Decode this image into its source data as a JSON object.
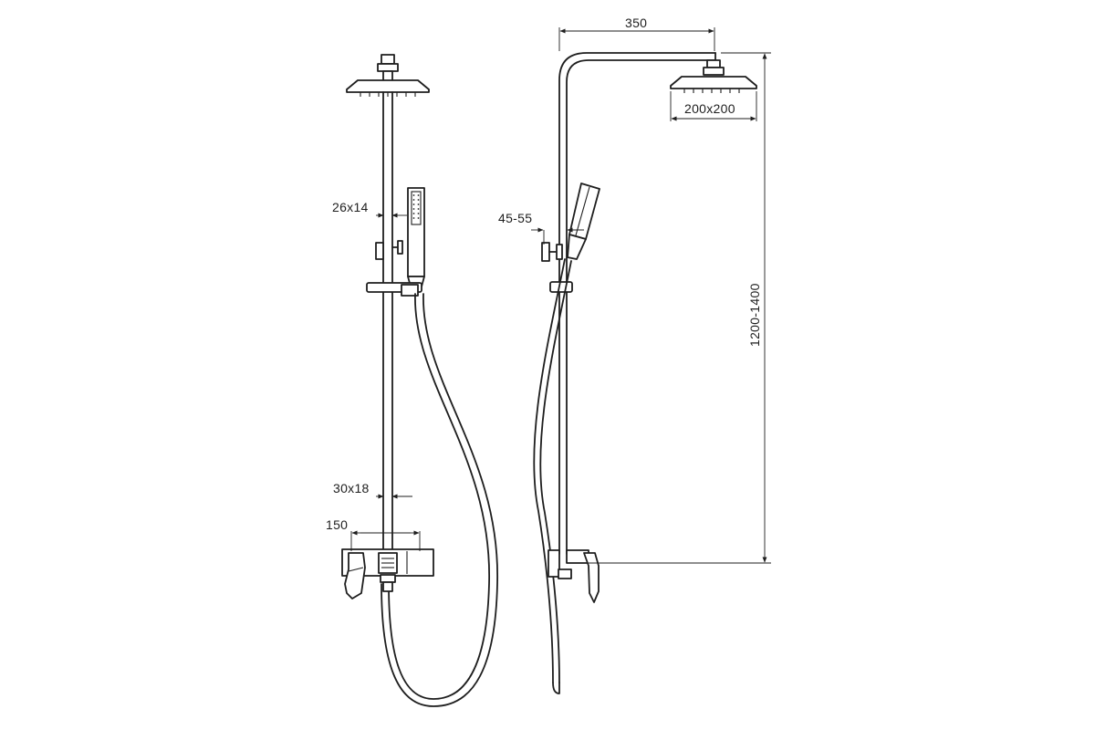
{
  "dimensions": {
    "rail_section": "26x14",
    "mixer_pipe_section": "30x18",
    "mixer_width": "150",
    "holder_offset": "45-55",
    "arm_reach": "350",
    "head_size": "200x200",
    "height_range": "1200-1400"
  },
  "colors": {
    "line": "#1e1e1e",
    "background": "#ffffff"
  }
}
